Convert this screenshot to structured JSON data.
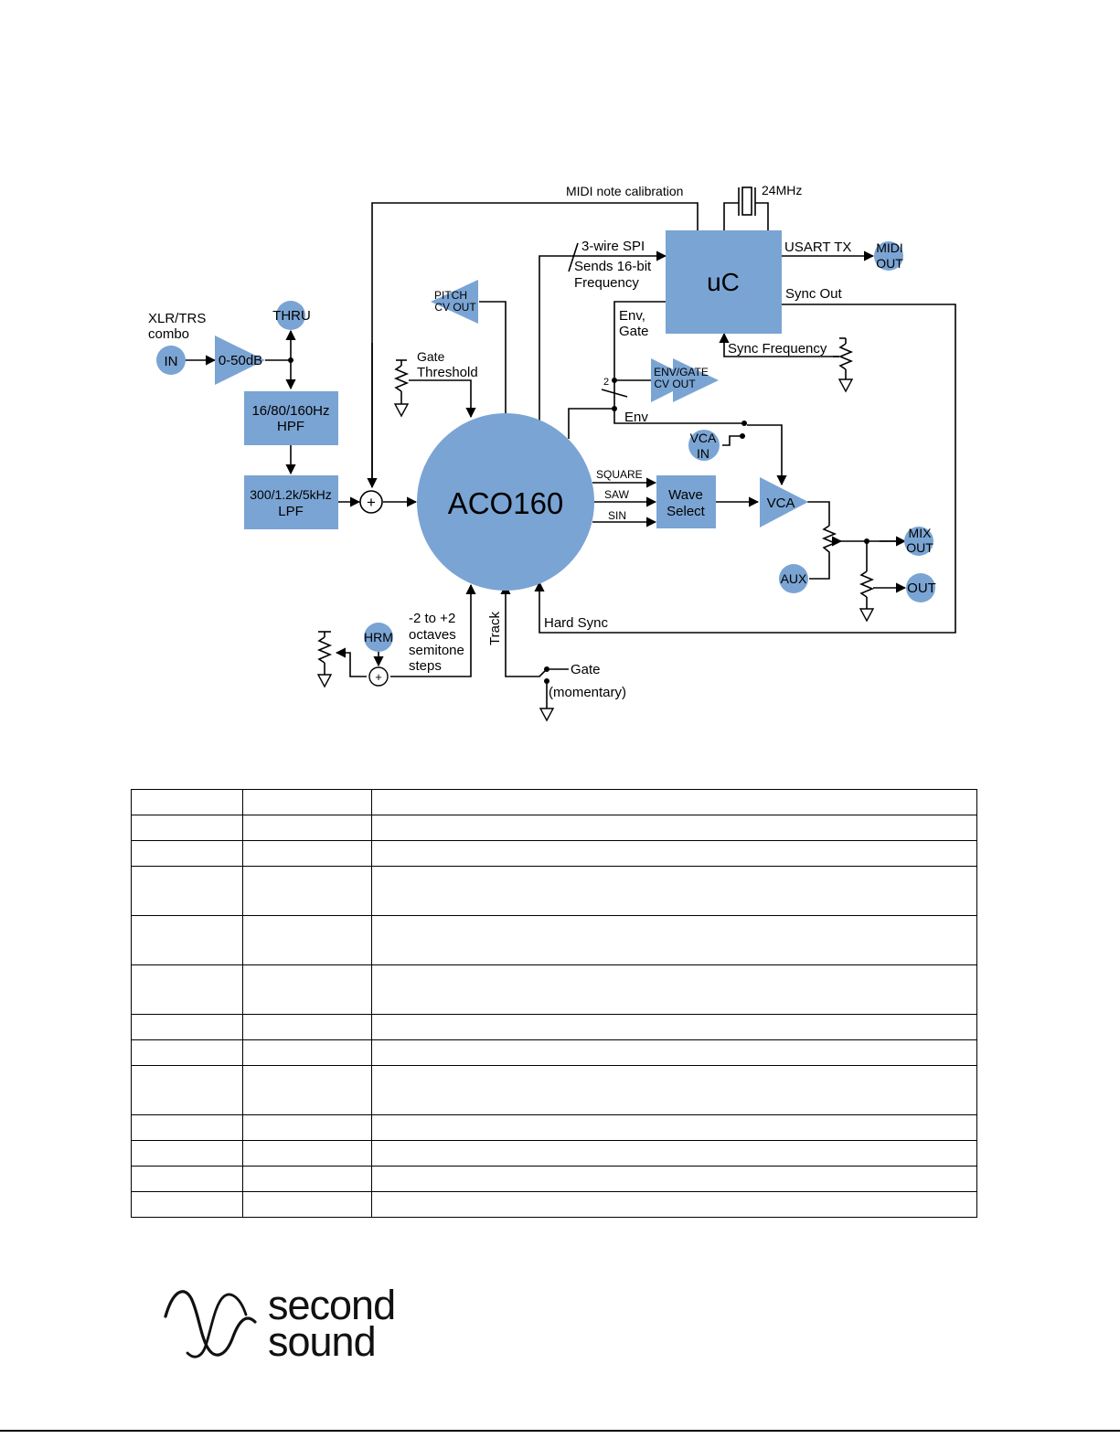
{
  "diagram": {
    "title": "ACO160",
    "blocks": {
      "uc": "uC",
      "hpf": [
        "16/80/160Hz",
        "HPF"
      ],
      "lpf": [
        "300/1.2k/5kHz",
        "LPF"
      ],
      "wave_select": [
        "Wave",
        "Select"
      ],
      "vca": "VCA",
      "gain": "0-50dB",
      "pitch_cv_out": [
        "PITCH",
        "CV OUT"
      ],
      "env_gate_cv_out": [
        "ENV/GATE",
        "CV OUT"
      ]
    },
    "jacks": {
      "in": "IN",
      "thru": "THRU",
      "midi_out": [
        "MIDI",
        "OUT"
      ],
      "vca_in": [
        "VCA",
        "IN"
      ],
      "mix_out": [
        "MIX",
        "OUT"
      ],
      "aux": "AUX",
      "out": "OUT",
      "hrm": "HRM"
    },
    "labels": {
      "xlr_trs": [
        "XLR/TRS",
        "combo"
      ],
      "midi_note_calibration": "MIDI note calibration",
      "crystal": "24MHz",
      "spi": "3-wire SPI",
      "sends_16bit": [
        "Sends 16-bit",
        "Frequency"
      ],
      "usart_tx": "USART TX",
      "sync_out": "Sync Out",
      "env_gate": [
        "Env,",
        "Gate"
      ],
      "sync_frequency": "Sync Frequency",
      "gate_threshold": [
        "Gate",
        "Threshold"
      ],
      "bus_width": "2",
      "env": "Env",
      "square": "SQUARE",
      "saw": "SAW",
      "sin": "SIN",
      "hard_sync": "Hard Sync",
      "track": "Track",
      "gate": "Gate",
      "momentary": "(momentary)",
      "octaves": [
        "-2 to +2",
        "octaves",
        "semitone",
        "steps"
      ],
      "summer": "+"
    }
  },
  "table": {
    "rows": [
      [
        "",
        "",
        ""
      ],
      [
        "",
        "",
        ""
      ],
      [
        "",
        "",
        ""
      ],
      [
        "",
        "",
        ""
      ],
      [
        "",
        "",
        ""
      ],
      [
        "",
        "",
        ""
      ],
      [
        "",
        "",
        ""
      ],
      [
        "",
        "",
        ""
      ],
      [
        "",
        "",
        ""
      ],
      [
        "",
        "",
        ""
      ],
      [
        "",
        "",
        ""
      ],
      [
        "",
        "",
        ""
      ],
      [
        "",
        "",
        ""
      ]
    ]
  },
  "logo": {
    "line1": "second",
    "line2": "sound"
  },
  "colors": {
    "block_fill": "#7aa4d3",
    "line": "#000000"
  }
}
